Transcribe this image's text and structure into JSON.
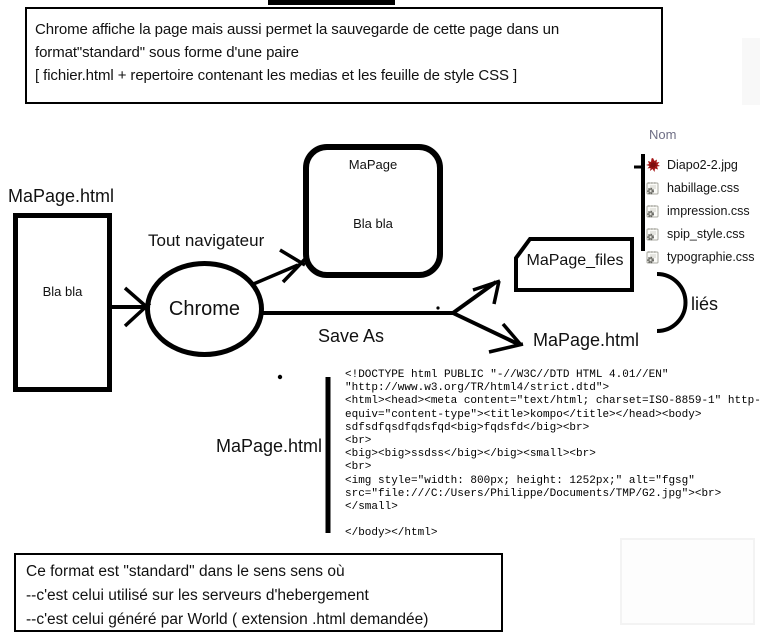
{
  "top_box": {
    "lines": [
      "Chrome affiche la page mais aussi permet la sauvegarde de cette page dans un",
      "format\"standard\"  sous forme d'une paire",
      "[  fichier.html +  repertoire contenant les medias et les feuille de style CSS  ]"
    ]
  },
  "file_panel": {
    "header": "Nom",
    "files": [
      {
        "name": "Diapo2-2.jpg",
        "icon": "image-file-icon"
      },
      {
        "name": "habillage.css",
        "icon": "css-file-icon"
      },
      {
        "name": "impression.css",
        "icon": "css-file-icon"
      },
      {
        "name": "spip_style.css",
        "icon": "css-file-icon"
      },
      {
        "name": "typographie.css",
        "icon": "css-file-icon"
      }
    ]
  },
  "diagram": {
    "source_file_label": "MaPage.html",
    "source_box_text": "Bla bla",
    "browser_caption": "Tout navigateur",
    "browser_name": "Chrome",
    "rendered_page": {
      "title": "MaPage",
      "body": "Bla bla"
    },
    "save_as_label": "Save As",
    "files_folder_label": "MaPage_files",
    "saved_html_label": "MaPage.html",
    "linked_label": "liés",
    "code_file_label": "MaPage.html"
  },
  "code_block": {
    "text": "<!DOCTYPE html PUBLIC \"-//W3C//DTD HTML 4.01//EN\"\n\"http://www.w3.org/TR/html4/strict.dtd\">\n<html><head><meta content=\"text/html; charset=ISO-8859-1\" http-\nequiv=\"content-type\"><title>kompo</title></head><body>\nsdfsdfqsdfqdsfqd<big>fqdsfd</big><br>\n<br>\n<big><big>ssdss</big></big><small><br>\n<br>\n<img style=\"width: 800px; height: 1252px;\" alt=\"fgsg\"\nsrc=\"file:///C:/Users/Philippe/Documents/TMP/G2.jpg\"><br>\n</small>\n\n</body></html>"
  },
  "bottom_box": {
    "lines": [
      "Ce format  est \"standard\" dans le sens  sens où",
      "--c'est celui utilisé sur les serveurs d'hebergement",
      "--c'est celui généré par  World  ( extension .html demandée)"
    ]
  },
  "colors": {
    "ink": "#000000",
    "image_icon_red": "#A51717",
    "list_header_text": "#6E6E85"
  }
}
